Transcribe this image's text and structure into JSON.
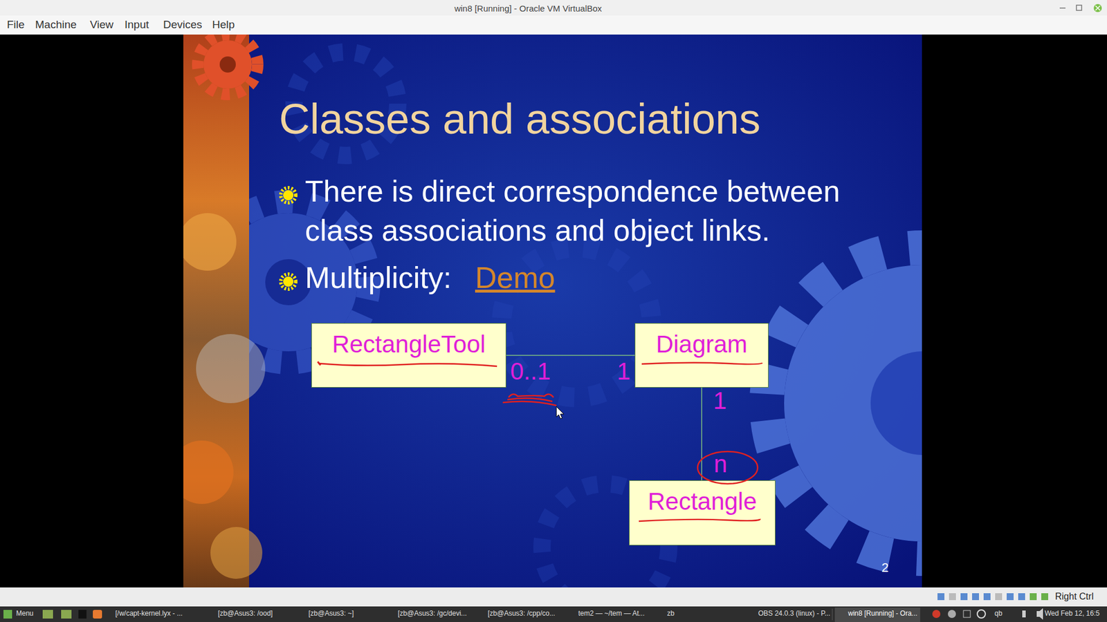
{
  "diagram": {
    "title": "Classes and associations",
    "nodes": [
      {
        "text": [
          "RectangleTool"
        ]
      },
      {
        "text": [
          "Diagram"
        ]
      },
      {
        "text": [
          "Rectangle"
        ]
      }
    ],
    "edges": [
      {
        "from": 0,
        "to": 1,
        "arrow": "none"
      },
      {
        "from": 1,
        "to": 2,
        "arrow": "none"
      }
    ],
    "labels": [
      "win8 [Running] - Oracle VM VirtualBox",
      "File",
      "Machine",
      "View",
      "Input",
      "Devices",
      "Help",
      "There is direct correspondence between class associations and object links.",
      "Multiplicity:",
      "Demo",
      "0..1",
      "1",
      "1",
      "n",
      "2",
      "Right Ctrl",
      "Menu",
      "[/w/capt-kernel.lyx - ...",
      "[zb@Asus3: /ood]",
      "[zb@Asus3: ~]",
      "[zb@Asus3: /gc/devi...",
      "[zb@Asus3: /cpp/co...",
      "tem2 — ~/tem — At...",
      "zb",
      "OBS 24.0.3 (linux) - P...",
      "win8 [Running] - Ora...",
      "qb",
      "Wed Feb 12, 16:5"
    ]
  }
}
